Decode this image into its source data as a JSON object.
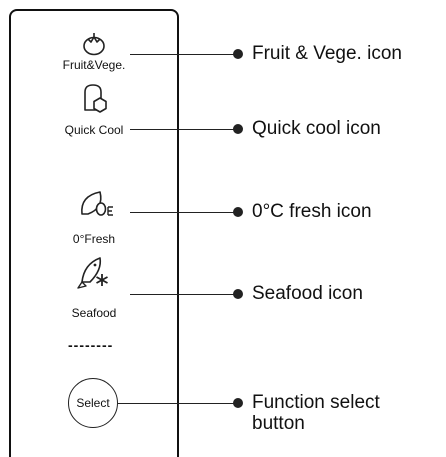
{
  "panel": {
    "items": [
      {
        "id": "fruit-vege",
        "icon": "tomato-icon",
        "label": "Fruit&Vege.",
        "callout": "Fruit & Vege. icon"
      },
      {
        "id": "quick-cool",
        "icon": "bottle-hexagon-icon",
        "label": "Quick Cool",
        "callout": "Quick cool icon"
      },
      {
        "id": "zero-fresh",
        "icon": "leaf-zero-icon",
        "label": "0°Fresh",
        "callout": "0°C fresh icon"
      },
      {
        "id": "seafood",
        "icon": "fish-snowflake-icon",
        "label": "Seafood",
        "callout": "Seafood icon"
      }
    ],
    "more_indicator": "--------",
    "select_button": {
      "label": "Select",
      "callout_line1": "Function select",
      "callout_line2": "button"
    }
  },
  "colors": {
    "line": "#222222",
    "text": "#111111",
    "background": "#ffffff"
  }
}
